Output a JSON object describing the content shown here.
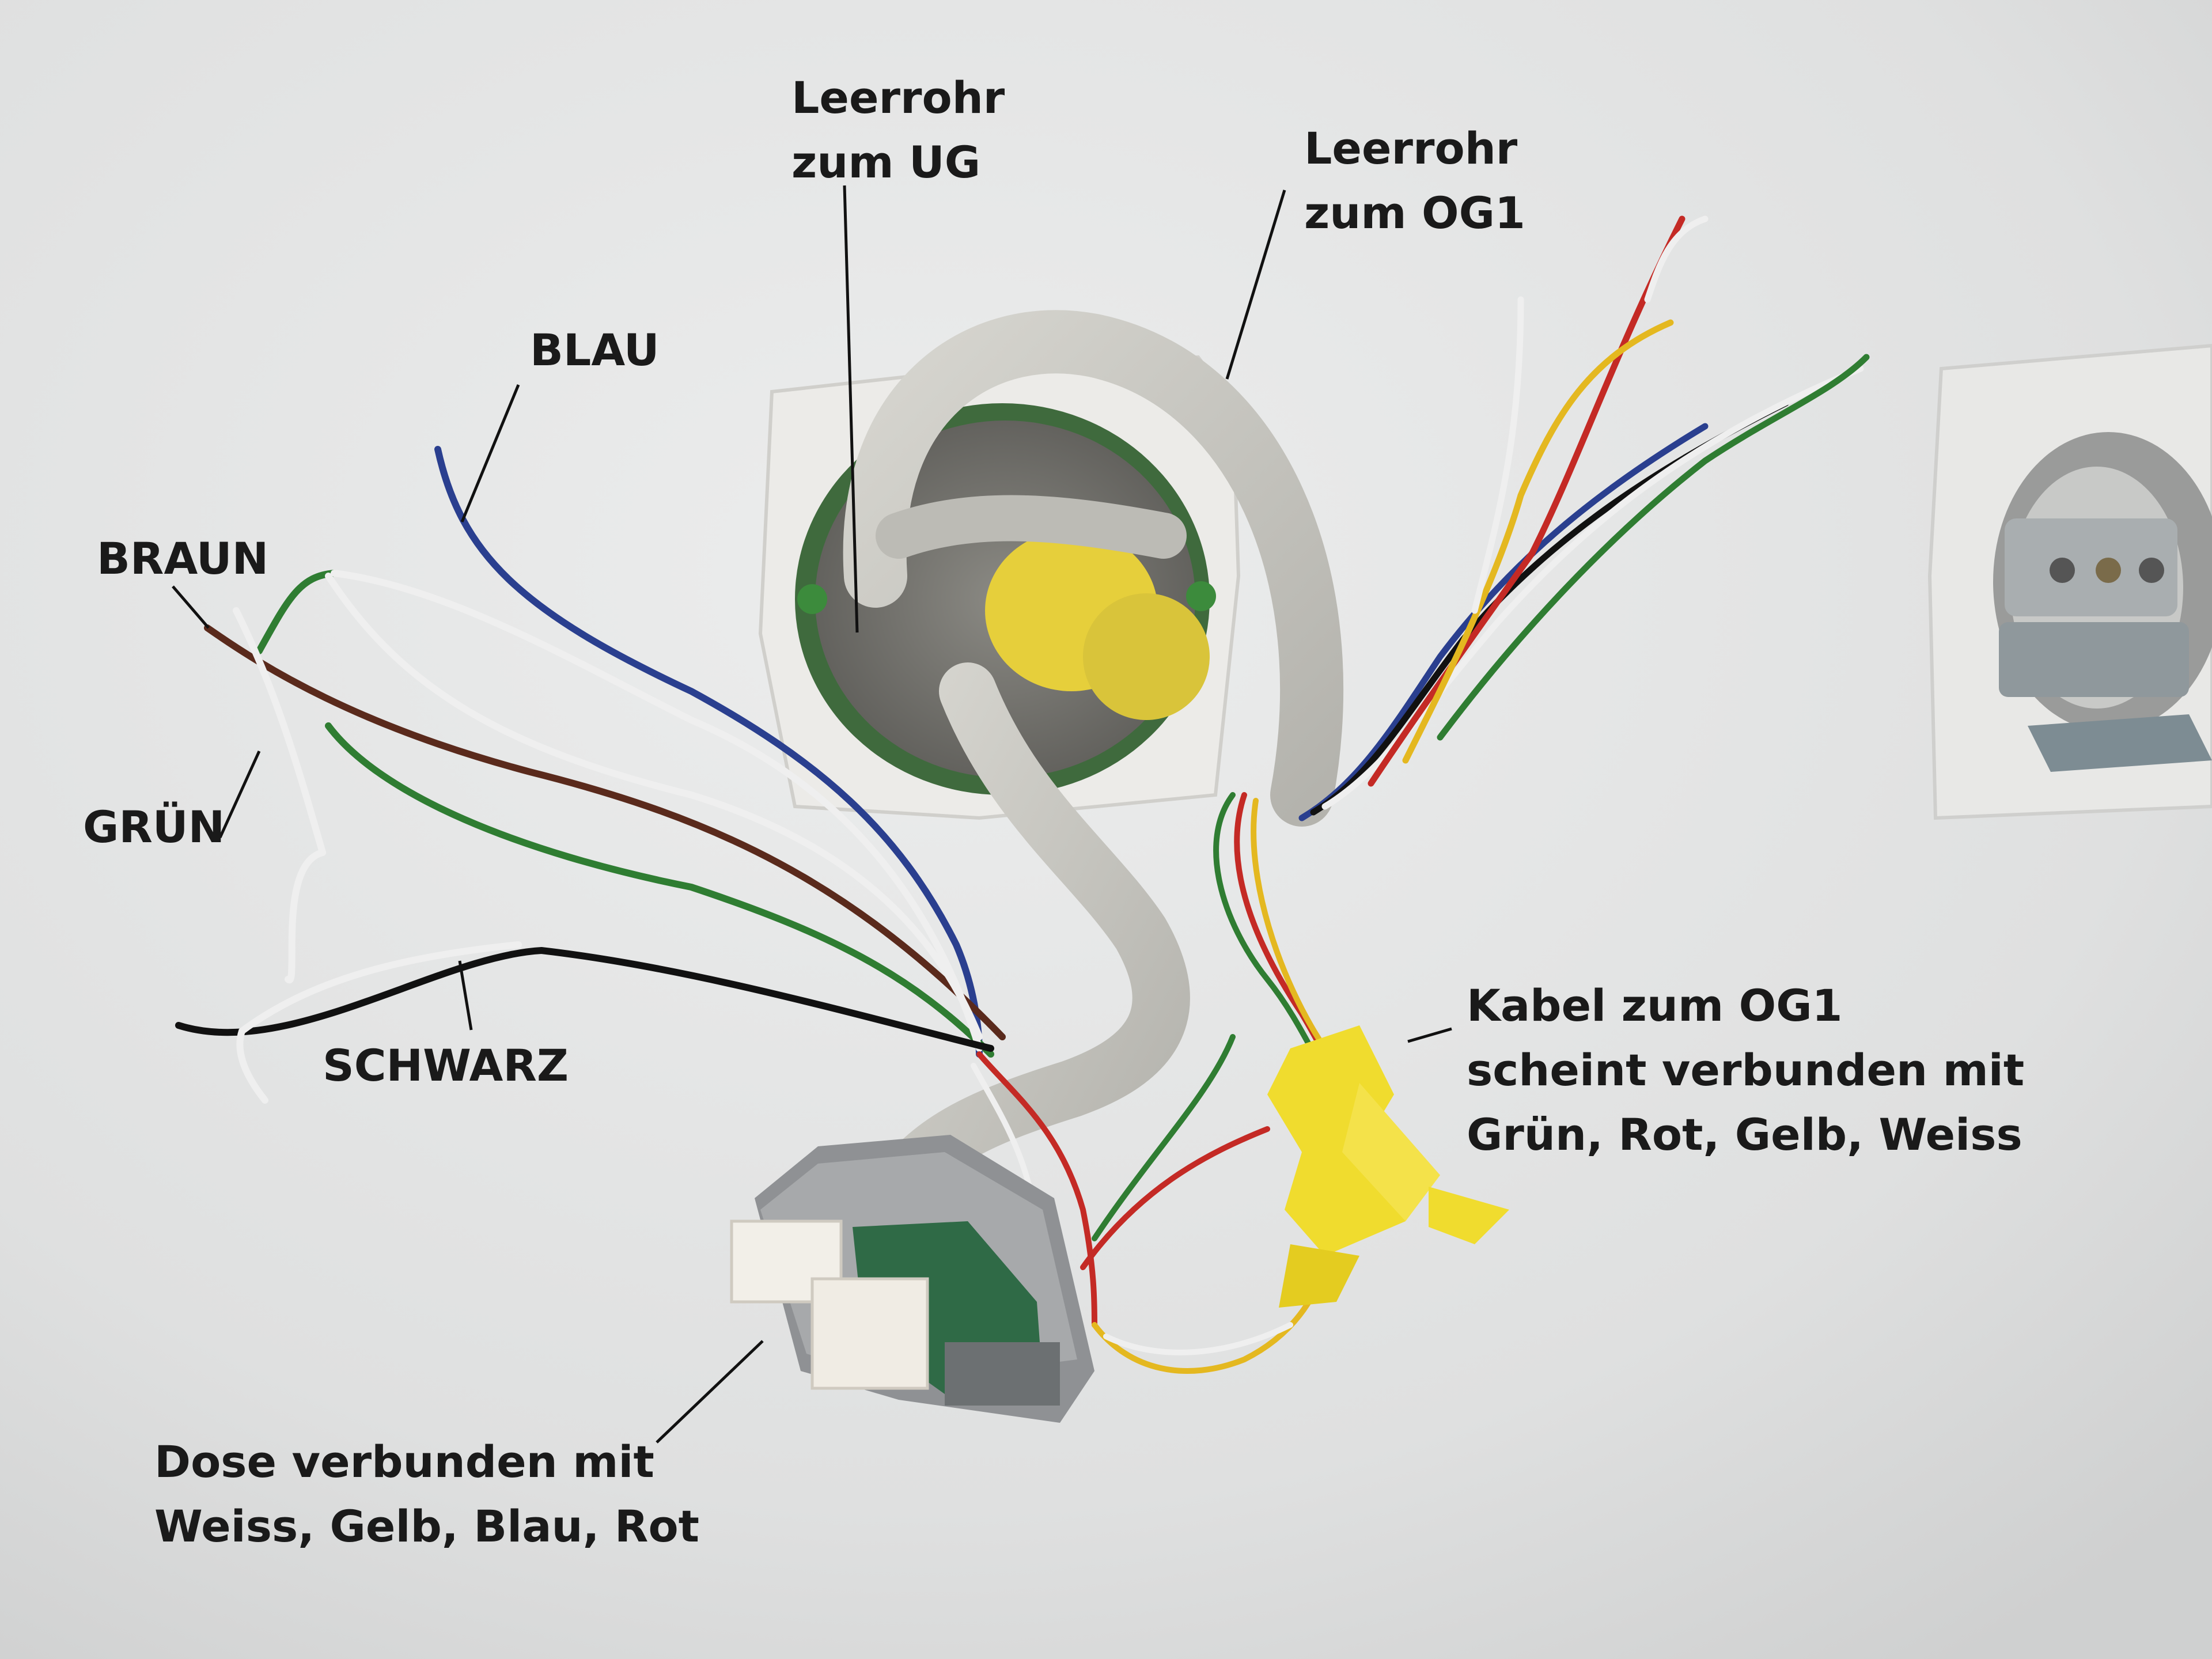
{
  "annotations": {
    "leerrohr_ug": {
      "line1": "Leerrohr",
      "line2": "zum UG"
    },
    "leerrohr_og1": {
      "line1": "Leerrohr",
      "line2": "zum OG1"
    },
    "blau": "BLAU",
    "braun": "BRAUN",
    "gruen": "GRÜN",
    "schwarz": "SCHWARZ",
    "kabel_og1": {
      "line1": "Kabel zum OG1",
      "line2": "scheint verbunden mit",
      "line3": "Grün, Rot, Gelb, Weiss"
    },
    "dose": {
      "line1": "Dose verbunden mit",
      "line2": "Weiss, Gelb, Blau, Rot"
    }
  },
  "colors": {
    "wall": "#e2e3e3",
    "conduit": "#c9c8c2",
    "box": "#5e8a5a",
    "tape": "#f0dc2e",
    "wire_blue": "#2a3f8f",
    "wire_brown": "#5a2a1c",
    "wire_green": "#2f7d32",
    "wire_black": "#111111",
    "wire_white": "#efefef",
    "wire_red": "#c42a25",
    "wire_yellow": "#e4b820",
    "label_text": "#1a1a1a"
  }
}
